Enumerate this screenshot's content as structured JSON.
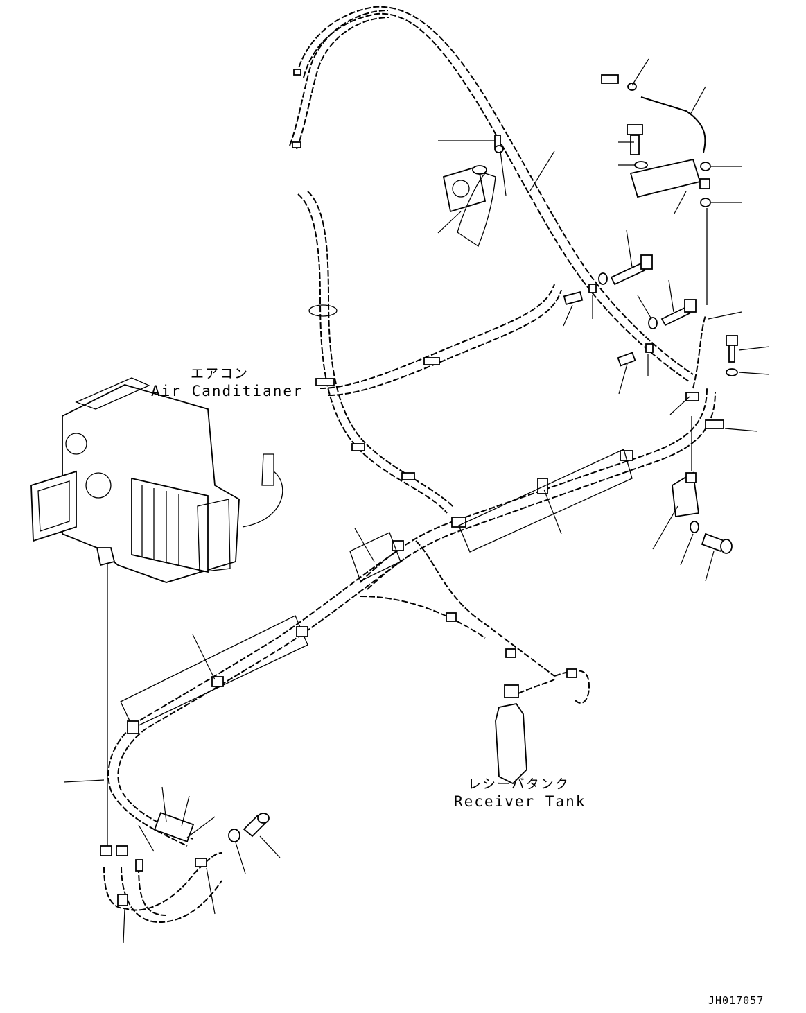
{
  "labels": {
    "air_conditioner_jp": "エアコン",
    "air_conditioner_en": "Air Canditianer",
    "receiver_tank_jp": "レシーバタンク",
    "receiver_tank_en": "Receiver Tank"
  },
  "drawing_code": "JH017057"
}
